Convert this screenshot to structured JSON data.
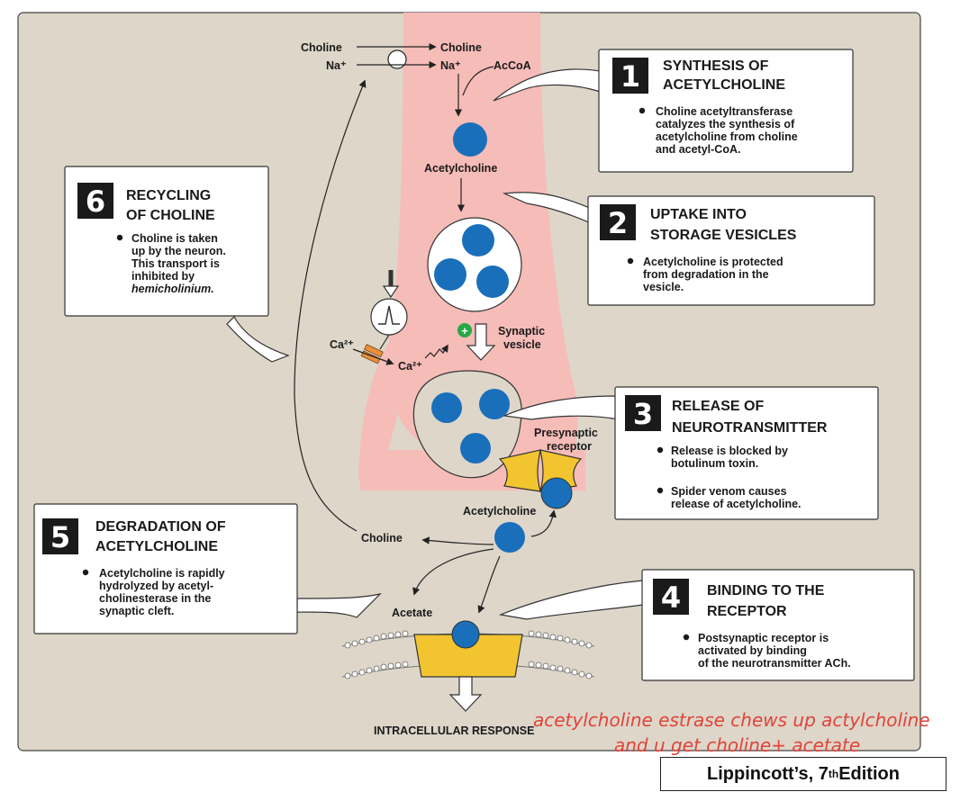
{
  "labels": {
    "choline_out": "Choline",
    "na_out": "Na⁺",
    "choline_in": "Choline",
    "na_in": "Na⁺",
    "accoa": "AcCoA",
    "ach_top": "Acetylcholine",
    "ca_out": "Ca²⁺",
    "ca_in": "Ca²⁺",
    "synaptic_vesicle_1": "Synaptic",
    "synaptic_vesicle_2": "vesicle",
    "presynaptic_1": "Presynaptic",
    "presynaptic_2": "receptor",
    "ach_cleft": "Acetylcholine",
    "choline_cleft": "Choline",
    "acetate": "Acetate",
    "response": "INTRACELLULAR RESPONSE",
    "plus": "+"
  },
  "boxes": {
    "b1": {
      "num": "1",
      "title1": "SYNTHESIS OF",
      "title2": "ACETYLCHOLINE",
      "bullets": [
        [
          "Choline acetyltransferase",
          "catalyzes the synthesis of",
          "acetylcholine from choline",
          "and acetyl-CoA."
        ]
      ]
    },
    "b2": {
      "num": "2",
      "title1": "UPTAKE INTO",
      "title2": "STORAGE VESICLES",
      "bullets": [
        [
          "Acetylcholine is protected",
          "from degradation in the",
          "vesicle."
        ]
      ]
    },
    "b3": {
      "num": "3",
      "title1": "RELEASE OF",
      "title2": "NEUROTRANSMITTER",
      "bullets": [
        [
          "Release is blocked by",
          "botulinum toxin."
        ],
        [
          "Spider venom causes",
          "release of acetylcholine."
        ]
      ]
    },
    "b4": {
      "num": "4",
      "title1": "BINDING TO THE",
      "title2": "RECEPTOR",
      "bullets": [
        [
          "Postsynaptic receptor is",
          "activated by binding",
          "of the neurotransmitter ACh."
        ]
      ]
    },
    "b5": {
      "num": "5",
      "title1": "DEGRADATION OF",
      "title2": "ACETYLCHOLINE",
      "bullets": [
        [
          "Acetylcholine is rapidly",
          "hydrolyzed by acetyl-",
          "cholinesterase in the",
          "synaptic cleft."
        ]
      ]
    },
    "b6": {
      "num": "6",
      "title1": "RECYCLING",
      "title2": "OF CHOLINE",
      "bullets": [
        [
          "Choline is taken",
          "up by the neuron.",
          "This transport is",
          "inhibited by",
          "hemicholinium."
        ]
      ]
    }
  },
  "note": {
    "line1": "acetylcholine estrase chews up actylcholine",
    "line2": "and u get choline+ acetate"
  },
  "credit": {
    "text": "Lippincott’s, 7",
    "sup": "th",
    "tail": " Edition"
  },
  "colors": {
    "background": "#ddd6c9",
    "neuron": "#f6bcb8",
    "ach": "#1a6fba",
    "receptor": "#f2c530",
    "note": "#e0443a"
  }
}
